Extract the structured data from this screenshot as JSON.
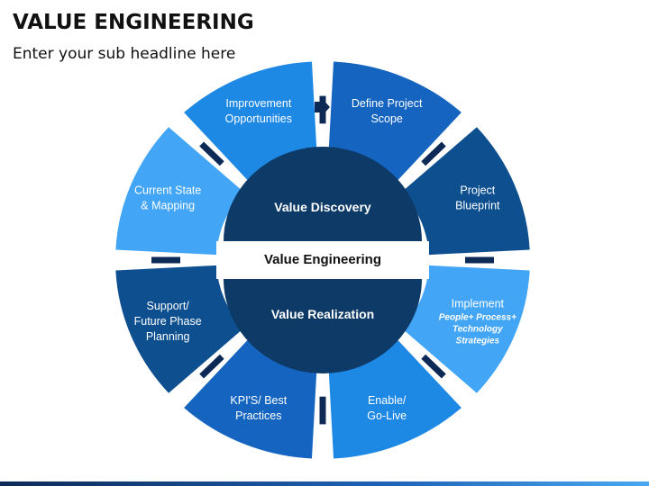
{
  "header": {
    "title": "VALUE ENGINEERING",
    "subtitle": "Enter your sub headline here"
  },
  "colors": {
    "dark": "#0d3a66",
    "darker": "#0a2e55",
    "mid": "#1565c0",
    "bright": "#1e88e5",
    "light": "#42a5f5",
    "connector": "#0d2a57"
  },
  "hub": {
    "top_label": "Value Discovery",
    "middle_label": "Value Engineering",
    "bottom_label": "Value Realization"
  },
  "segments": [
    {
      "lines": [
        "Improvement",
        "Opportunities"
      ],
      "color": "#1e88e5"
    },
    {
      "lines": [
        "Define Project",
        "Scope"
      ],
      "color": "#1565c0"
    },
    {
      "lines": [
        "Project",
        "Blueprint"
      ],
      "color": "#0d4f8f"
    },
    {
      "lines": [
        "Implement"
      ],
      "sub": [
        "People+ Process+",
        "Technology",
        "Strategies"
      ],
      "color": "#42a5f5"
    },
    {
      "lines": [
        "Enable/",
        "Go-Live"
      ],
      "color": "#1e88e5"
    },
    {
      "lines": [
        "KPI'S/ Best",
        "Practices"
      ],
      "color": "#1565c0"
    },
    {
      "lines": [
        "Support/",
        "Future Phase",
        "Planning"
      ],
      "color": "#0d4f8f"
    },
    {
      "lines": [
        "Current State",
        "& Mapping"
      ],
      "color": "#42a5f5"
    }
  ]
}
